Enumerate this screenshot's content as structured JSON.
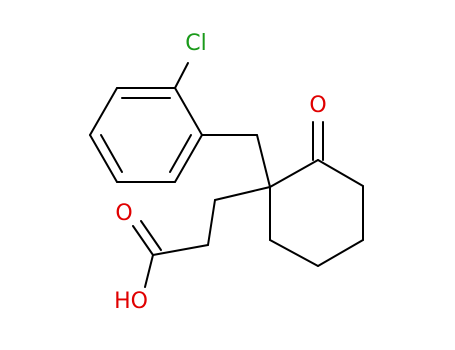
{
  "colors": {
    "bond": "#000000",
    "chlorine": "#1a9a1a",
    "oxygen": "#e00000"
  },
  "atoms": {
    "chlorine": "Cl",
    "ketone_oxygen": "O",
    "acid_carbonyl_oxygen": "O",
    "hydroxyl": "HO"
  }
}
